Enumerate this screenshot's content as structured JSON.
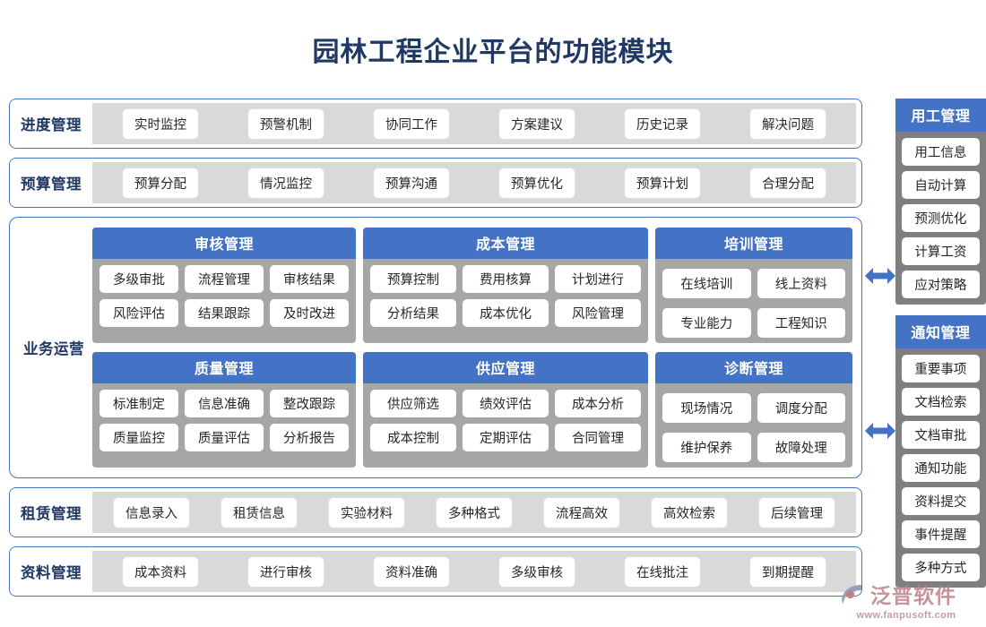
{
  "title": "园林工程企业平台的功能模块",
  "colors": {
    "title": "#1F3864",
    "accent_blue": "#4472C4",
    "panel_border": "#4472C4",
    "band_gray": "#D9D9D9",
    "module_gray": "#A6A6A6",
    "sidebar_gray": "#7F7F7F",
    "chip_white": "#FFFFFF"
  },
  "top_rows": [
    {
      "label": "进度管理",
      "items": [
        "实时监控",
        "预警机制",
        "协同工作",
        "方案建议",
        "历史记录",
        "解决问题"
      ]
    },
    {
      "label": "预算管理",
      "items": [
        "预算分配",
        "情况监控",
        "预算沟通",
        "预算优化",
        "预算计划",
        "合理分配"
      ]
    }
  ],
  "operations": {
    "label": "业务运营",
    "rows": [
      [
        {
          "title": "审核管理",
          "lines": [
            [
              "多级审批",
              "流程管理",
              "审核结果"
            ],
            [
              "风险评估",
              "结果跟踪",
              "及时改进"
            ]
          ]
        },
        {
          "title": "成本管理",
          "lines": [
            [
              "预算控制",
              "费用核算",
              "计划进行"
            ],
            [
              "分析结果",
              "成本优化",
              "风险管理"
            ]
          ]
        },
        {
          "title": "培训管理",
          "lines": [
            [
              "在线培训",
              "线上资料"
            ],
            [
              "专业能力",
              "工程知识"
            ]
          ]
        }
      ],
      [
        {
          "title": "质量管理",
          "lines": [
            [
              "标准制定",
              "信息准确",
              "整改跟踪"
            ],
            [
              "质量监控",
              "质量评估",
              "分析报告"
            ]
          ]
        },
        {
          "title": "供应管理",
          "lines": [
            [
              "供应筛选",
              "绩效评估",
              "成本分析"
            ],
            [
              "成本控制",
              "定期评估",
              "合同管理"
            ]
          ]
        },
        {
          "title": "诊断管理",
          "lines": [
            [
              "现场情况",
              "调度分配"
            ],
            [
              "维护保养",
              "故障处理"
            ]
          ]
        }
      ]
    ]
  },
  "bottom_rows": [
    {
      "label": "租赁管理",
      "items": [
        "信息录入",
        "租赁信息",
        "实验材料",
        "多种格式",
        "流程高效",
        "高效检索",
        "后续管理"
      ]
    },
    {
      "label": "资料管理",
      "items": [
        "成本资料",
        "进行审核",
        "资料准确",
        "多级审核",
        "在线批注",
        "到期提醒"
      ]
    }
  ],
  "sidebar": [
    {
      "title": "用工管理",
      "items": [
        "用工信息",
        "自动计算",
        "预测优化",
        "计算工资",
        "应对策略"
      ]
    },
    {
      "title": "通知管理",
      "items": [
        "重要事项",
        "文档检索",
        "文档审批",
        "通知功能",
        "资料提交",
        "事件提醒",
        "多种方式"
      ]
    }
  ],
  "arrows": [
    {
      "name": "double-arrow-icon"
    },
    {
      "name": "double-arrow-icon"
    }
  ],
  "logo": {
    "brand": "泛普软件",
    "url": "www.fanpusoft.com"
  }
}
